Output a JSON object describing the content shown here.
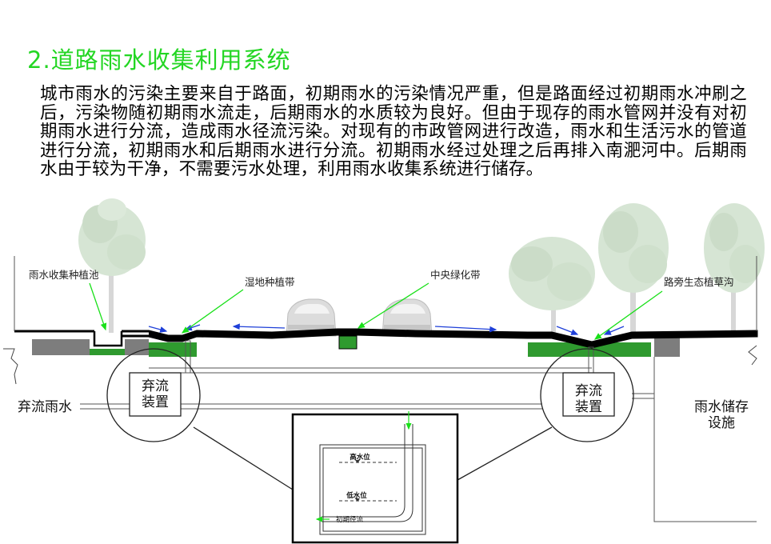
{
  "heading": "2.道路雨水收集利用系统",
  "paragraph": "城市雨水的污染主要来自于路面，初期雨水的污染情况严重，但是路面经过初期雨水冲刷之后，污染物随初期雨水流走，后期雨水的水质较为良好。但由于现存的雨水管网并没有对初期雨水进行分流，造成雨水径流污染。对现有的市政管网进行改造，雨水和生活污水的管道进行分流，初期雨水和后期雨水进行分流。初期雨水经过处理之后再排入南淝河中。后期雨水由于较为干净，不需要污水处理，利用雨水收集系统进行储存。",
  "diagram": {
    "labels": {
      "rain_collection_planter": "雨水收集种植池",
      "wetland_planting_strip": "湿地种植带",
      "central_green_belt": "中央绿化带",
      "roadside_bioswale": "路旁生态植草沟",
      "diversion_device_left": [
        "弃流",
        "装置"
      ],
      "diversion_device_right": [
        "弃流",
        "装置"
      ],
      "diverted_rainwater": "弃流雨水",
      "storage_facility": [
        "雨水储存",
        "设施"
      ],
      "high_water_level": "高水位",
      "low_water_level": "低水位",
      "initial_runoff": "初期径流"
    },
    "colors": {
      "title_green": "#23d623",
      "planting_green": "#2f9a2f",
      "leader_line_green": "#19e019",
      "flow_arrow_blue": "#1e3fd8",
      "road_black": "#000000",
      "soil_gray": "#7d7d7d"
    }
  }
}
